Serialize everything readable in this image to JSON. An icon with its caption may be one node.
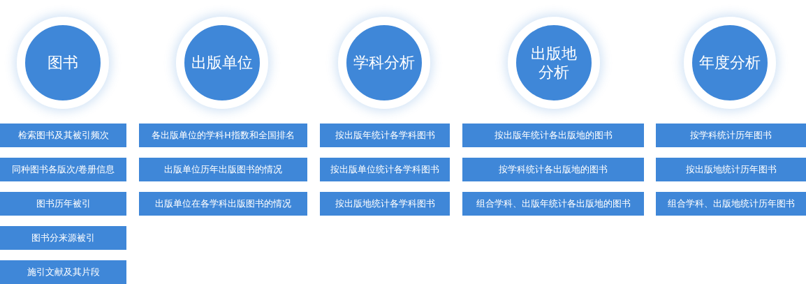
{
  "diagram": {
    "nodes": [
      {
        "text": [
          "图书"
        ]
      },
      {
        "text": [
          "检索图书及其被引频次"
        ]
      },
      {
        "text": [
          "同种图书各版次/卷册信息"
        ]
      },
      {
        "text": [
          "图书历年被引"
        ]
      },
      {
        "text": [
          "图书分来源被引"
        ]
      },
      {
        "text": [
          "施引文献及其片段"
        ]
      },
      {
        "text": [
          "出版单位"
        ]
      },
      {
        "text": [
          "各出版单位的学科H指数和全国排名"
        ]
      },
      {
        "text": [
          "出版单位历年出版图书的情况"
        ]
      },
      {
        "text": [
          "出版单位在各学科出版图书的情况"
        ]
      },
      {
        "text": [
          "学科分析"
        ]
      },
      {
        "text": [
          "按出版年统计各学科图书"
        ]
      },
      {
        "text": [
          "按出版单位统计各学科图书"
        ]
      },
      {
        "text": [
          "按出版地统计各学科图书"
        ]
      },
      {
        "text": [
          "出版地分析"
        ]
      },
      {
        "text": [
          "按出版年统计各出版地的图书"
        ]
      },
      {
        "text": [
          "按学科统计各出版地的图书"
        ]
      },
      {
        "text": [
          "组合学科、出版年统计各出版地的图书"
        ]
      },
      {
        "text": [
          "年度分析"
        ]
      },
      {
        "text": [
          "按学科统计历年图书"
        ]
      },
      {
        "text": [
          "按出版地统计历年图书"
        ]
      },
      {
        "text": [
          "组合学科、出版地统计历年图书"
        ]
      }
    ]
  }
}
